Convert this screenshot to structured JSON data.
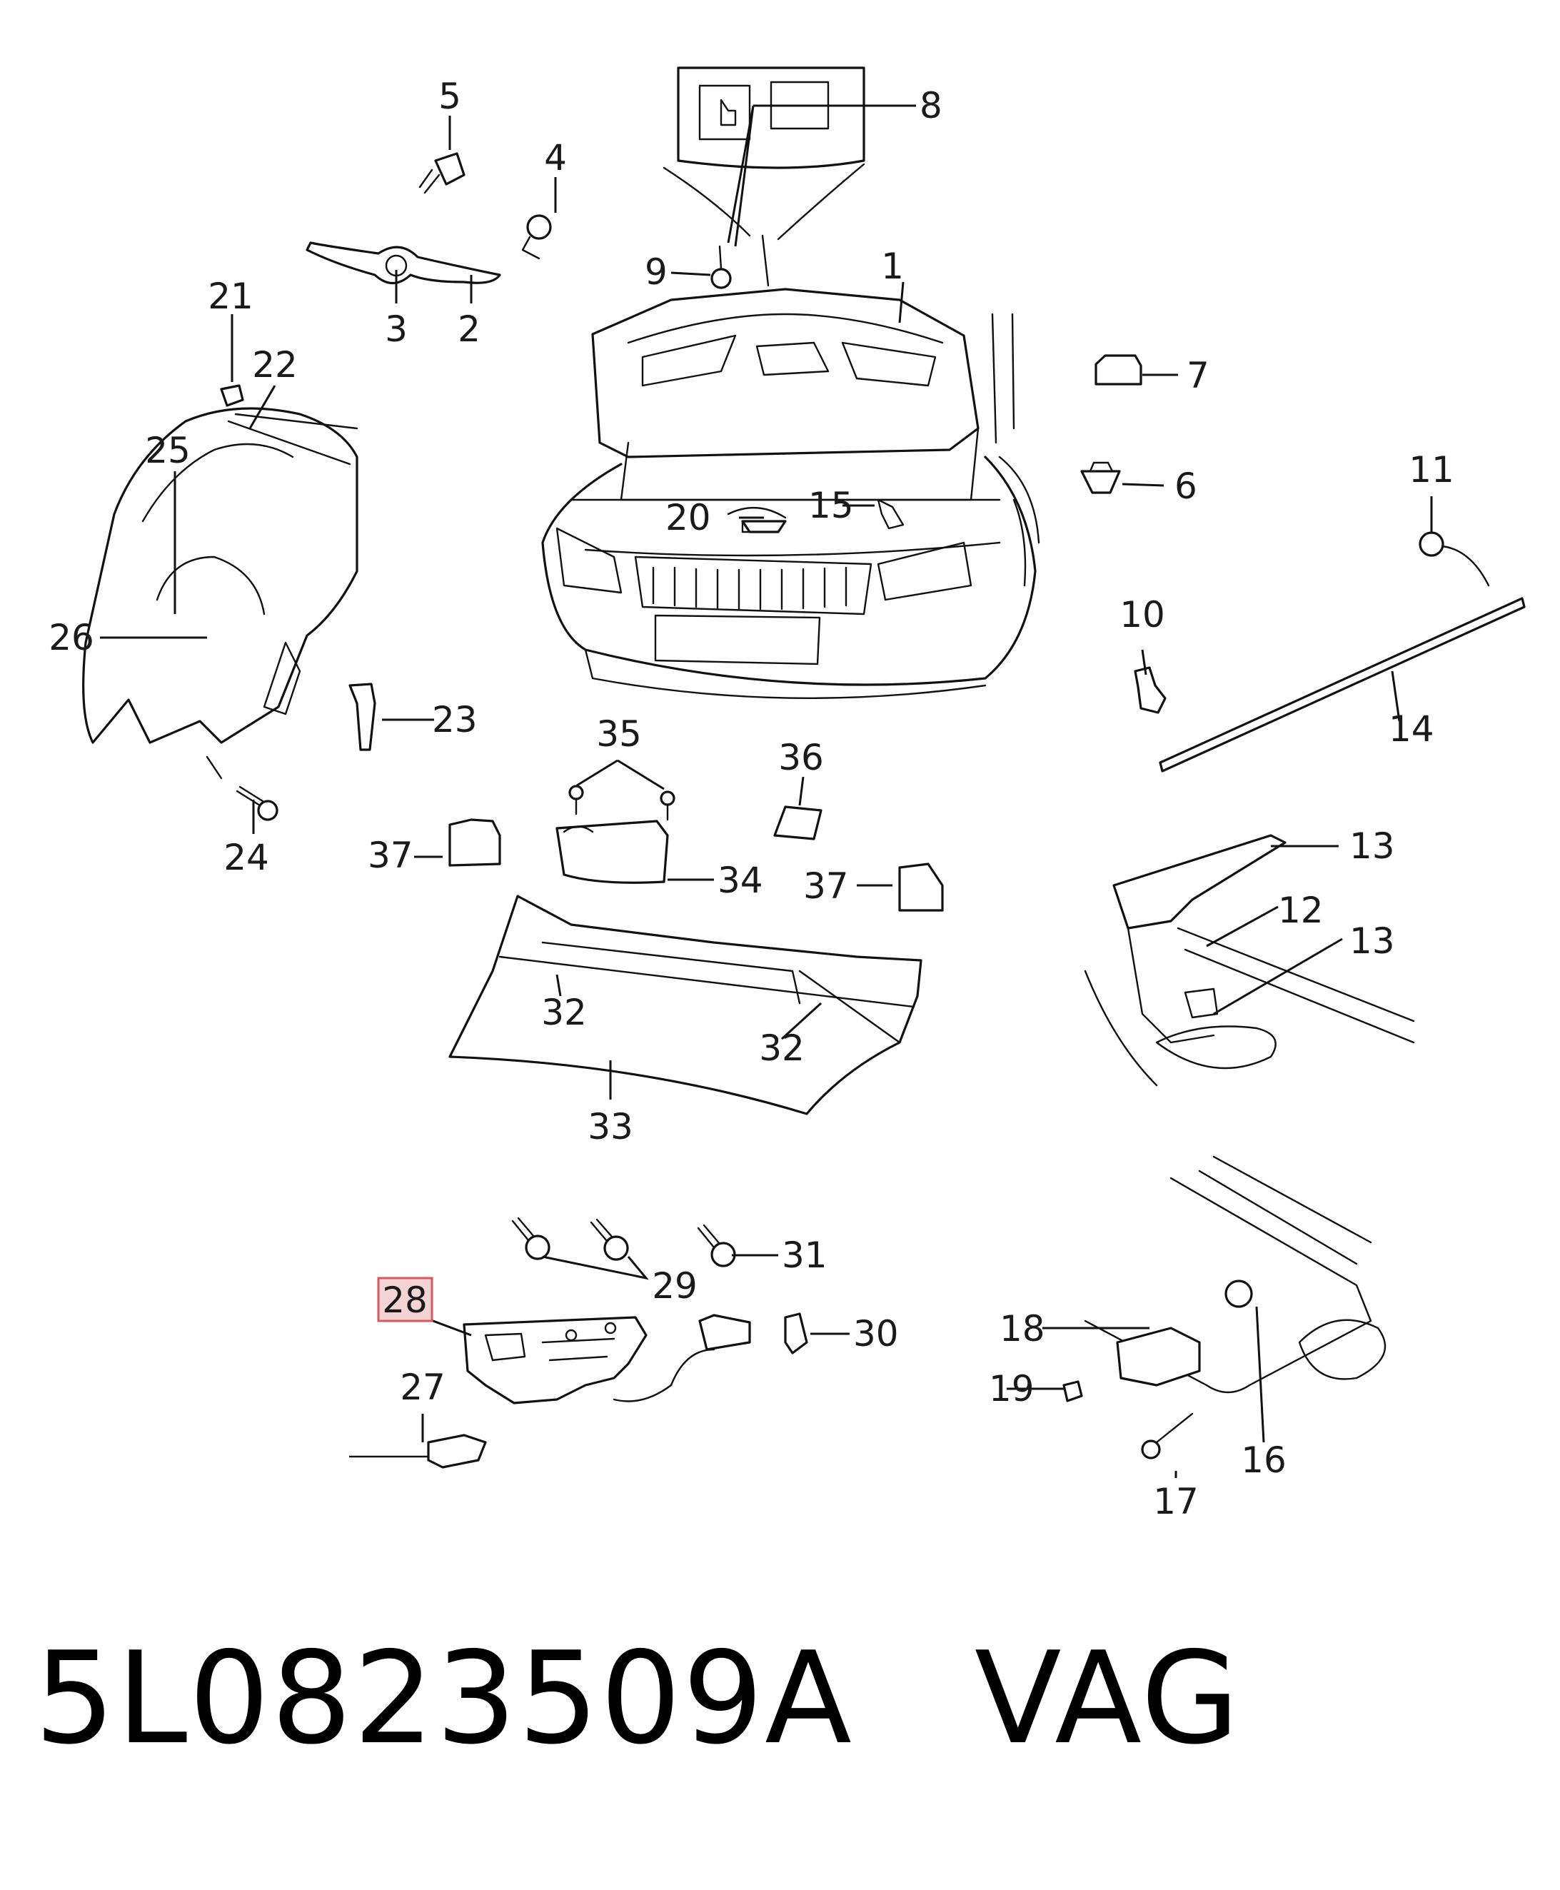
{
  "callouts": {
    "n1": "1",
    "n2": "2",
    "n3": "3",
    "n4": "4",
    "n5": "5",
    "n6": "6",
    "n7": "7",
    "n8": "8",
    "n9": "9",
    "n10": "10",
    "n11": "11",
    "n12": "12",
    "n13a": "13",
    "n13b": "13",
    "n14": "14",
    "n15": "15",
    "n16": "16",
    "n17": "17",
    "n18": "18",
    "n19": "19",
    "n20": "20",
    "n21": "21",
    "n22": "22",
    "n23": "23",
    "n24": "24",
    "n25": "25",
    "n26": "26",
    "n27": "27",
    "n28": "28",
    "n29": "29",
    "n30": "30",
    "n31": "31",
    "n32a": "32",
    "n32b": "32",
    "n33": "33",
    "n34": "34",
    "n35": "35",
    "n36": "36",
    "n37a": "37",
    "n37b": "37"
  },
  "highlighted_part": "28",
  "colors": {
    "highlight_fill": "#f4d3d4",
    "highlight_stroke": "#d9575d",
    "line": "#111111"
  },
  "footer": {
    "part_number": "5L0823509A",
    "brand": "VAG"
  }
}
